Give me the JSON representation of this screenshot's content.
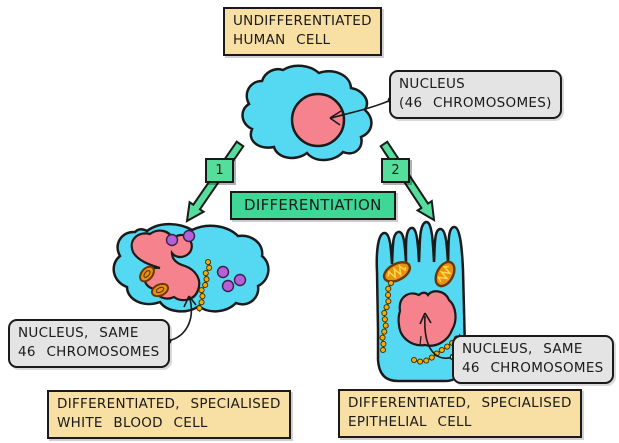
{
  "labels": {
    "undifferentiated": {
      "line1": "UNDIFFERENTIATED",
      "line2": "HUMAN CELL"
    },
    "nucleus": {
      "line1": "NUCLEUS",
      "line2": "(46 CHROMOSOMES)"
    },
    "differentiation": "DIFFERENTIATION",
    "step1": "1",
    "step2": "2",
    "wbc_nucleus": {
      "line1": "NUCLEUS, SAME",
      "line2": "46 CHROMOSOMES"
    },
    "epithelial_nucleus": {
      "line1": "NUCLEUS, SAME",
      "line2": "46 CHROMOSOMES"
    },
    "wbc": {
      "line1": "DIFFERENTIATED, SPECIALISED",
      "line2": "WHITE BLOOD CELL"
    },
    "epithelial": {
      "line1": "DIFFERENTIATED, SPECIALISED",
      "line2": "EPITHELIAL CELL"
    }
  },
  "colors": {
    "cell_cyan": "#55d9f2",
    "nucleus_pink": "#f5828c",
    "arrow_green": "#55dd9b",
    "differentiation_green": "#3fd796",
    "label_tan": "#f8dfa4",
    "label_gray": "#e4e4e4",
    "granule_purple": "#b55fd8",
    "mitochondria_orange": "#e8930f",
    "mitochondria_rim": "#6b3608",
    "bead_gold": "#f3ae00",
    "outline_black": "#1a1a1a"
  }
}
